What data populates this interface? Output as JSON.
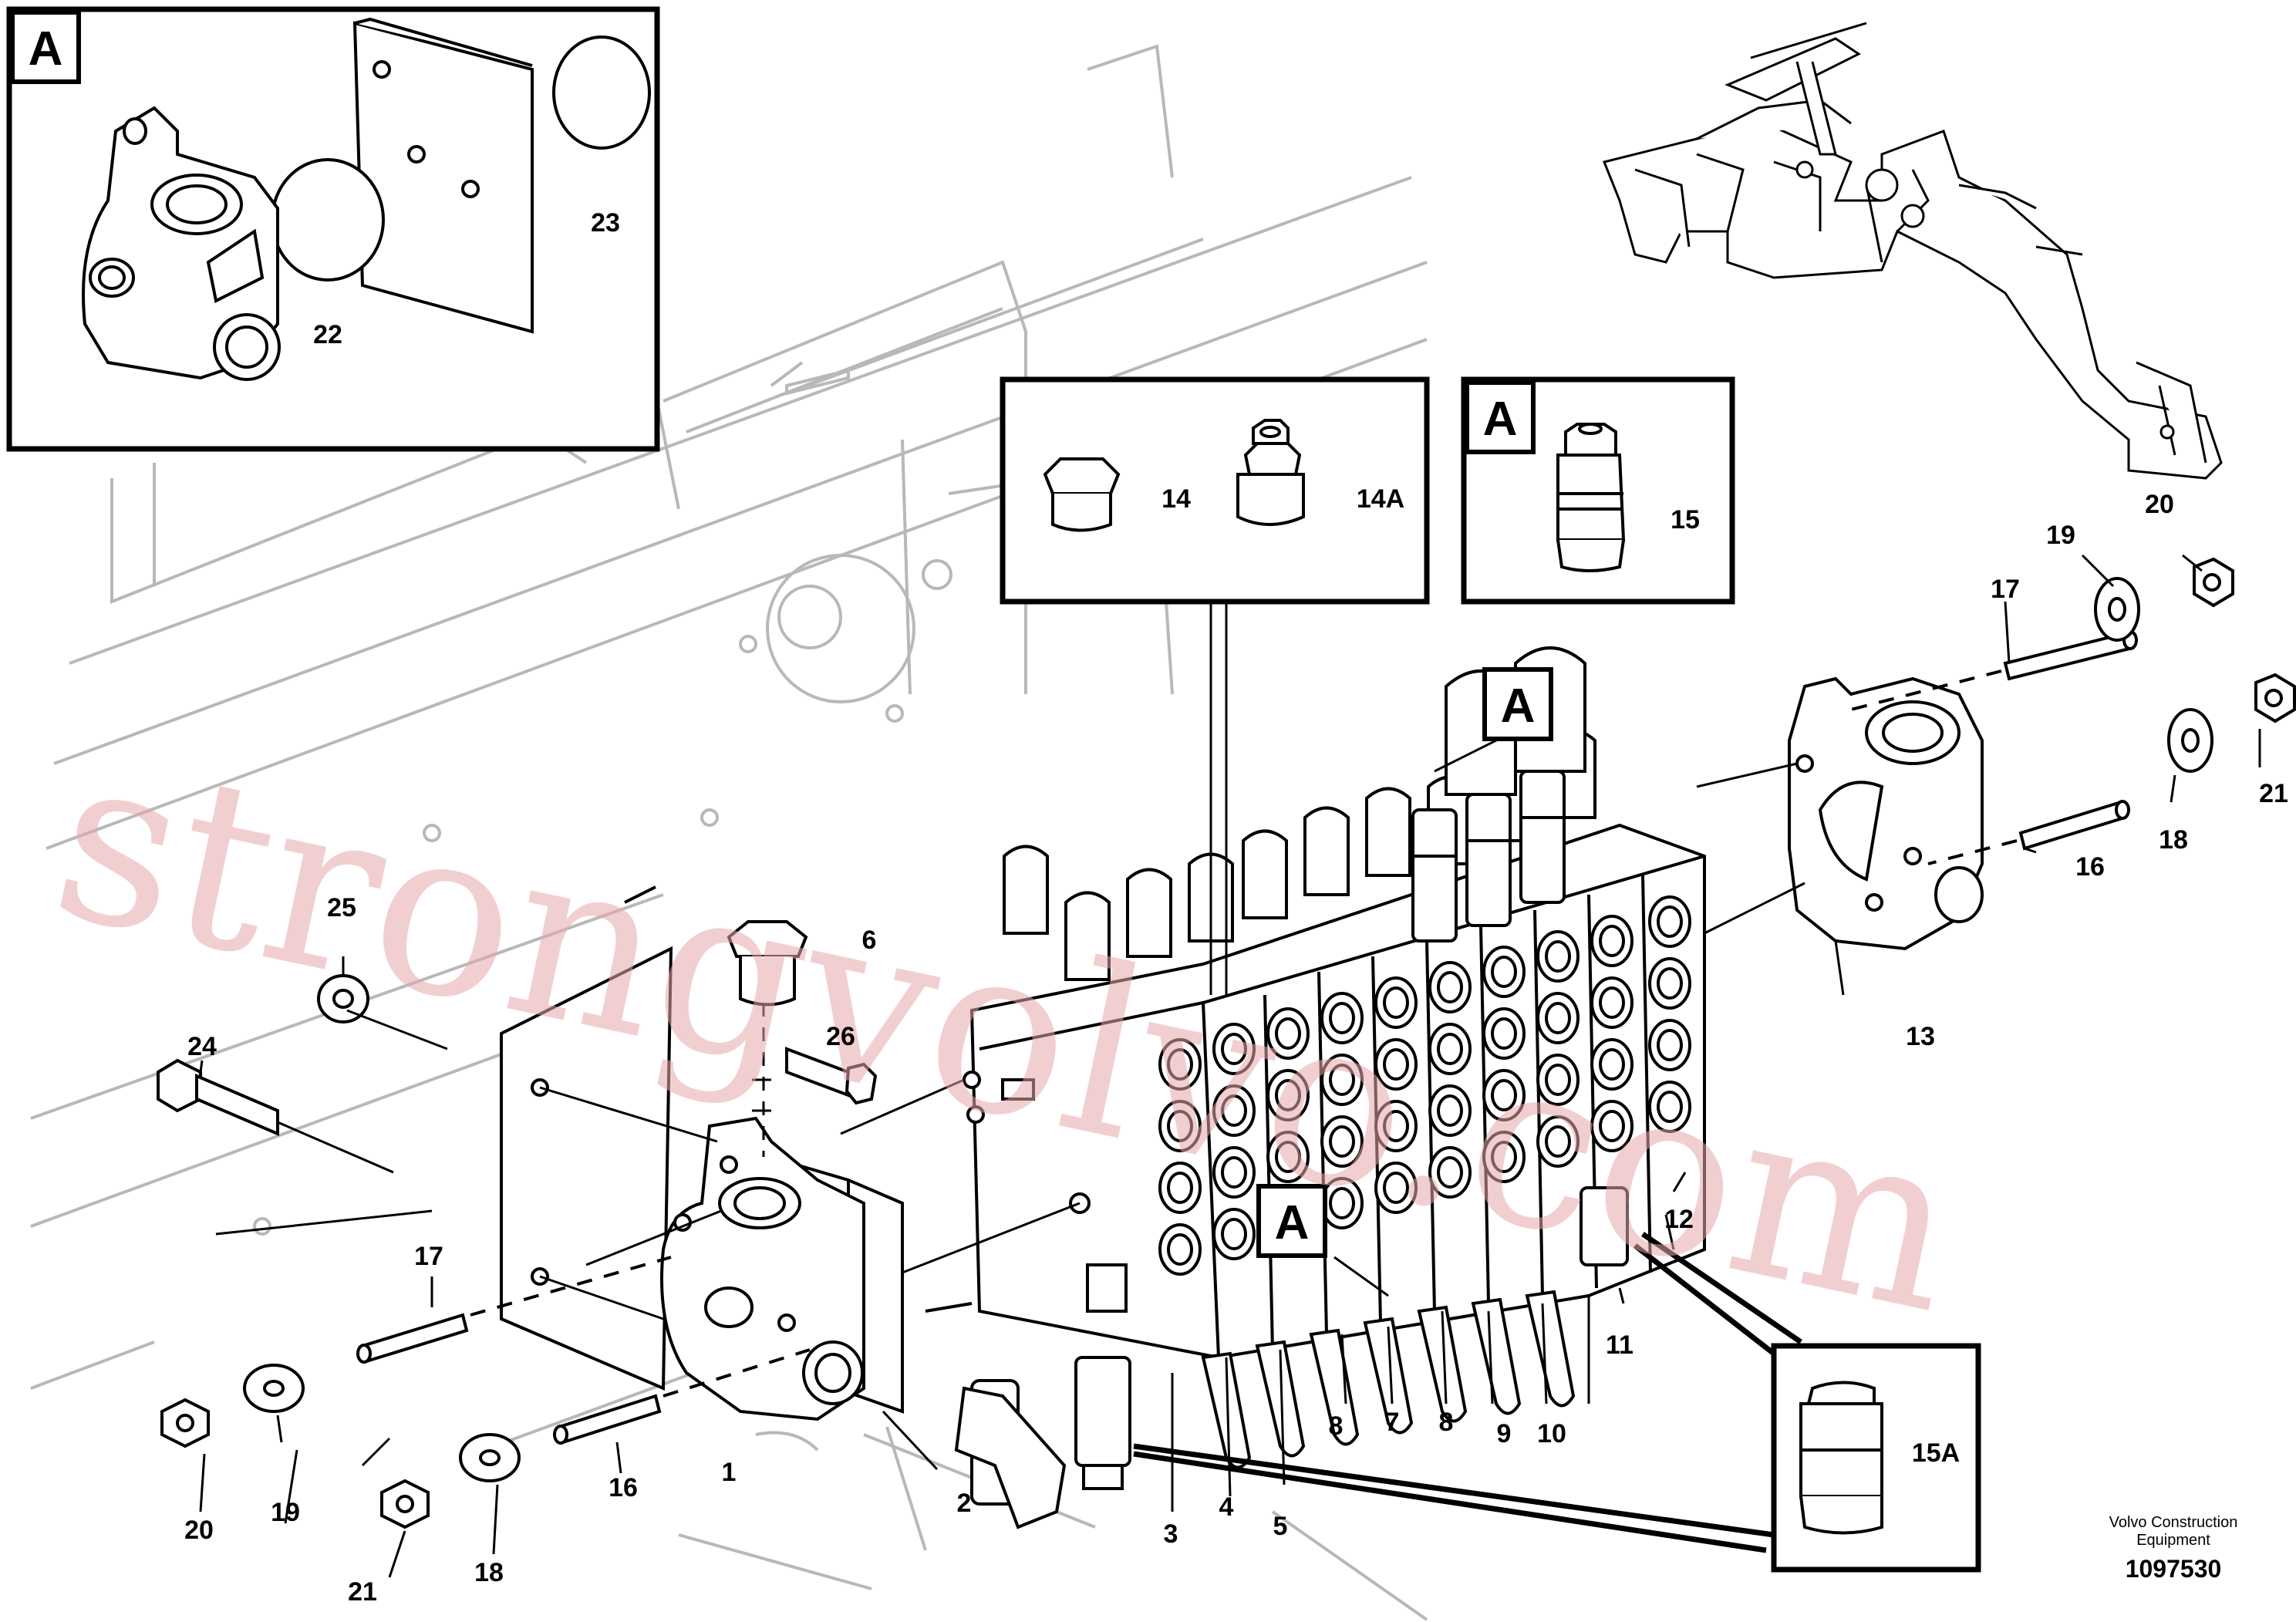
{
  "watermark": "strongvolvo.com",
  "inset_labels": [
    "A",
    "A",
    "A",
    "A"
  ],
  "part_labels": {
    "p1": "1",
    "p2": "2",
    "p3": "3",
    "p4": "4",
    "p5": "5",
    "p6": "6",
    "p7": "7",
    "p8a": "8",
    "p8b": "8",
    "p9": "9",
    "p10": "10",
    "p11": "11",
    "p12": "12",
    "p13": "13",
    "p14": "14",
    "p14A": "14A",
    "p15": "15",
    "p15A": "15A",
    "p16a": "16",
    "p16b": "16",
    "p17a": "17",
    "p17b": "17",
    "p18a": "18",
    "p18b": "18",
    "p19a": "19",
    "p19b": "19",
    "p20a": "20",
    "p20b": "20",
    "p21a": "21",
    "p21b": "21",
    "p22": "22",
    "p23": "23",
    "p24": "24",
    "p25": "25",
    "p26": "26"
  },
  "brand_line1": "Volvo Construction",
  "brand_line2": "Equipment",
  "doc_number": "1097530"
}
